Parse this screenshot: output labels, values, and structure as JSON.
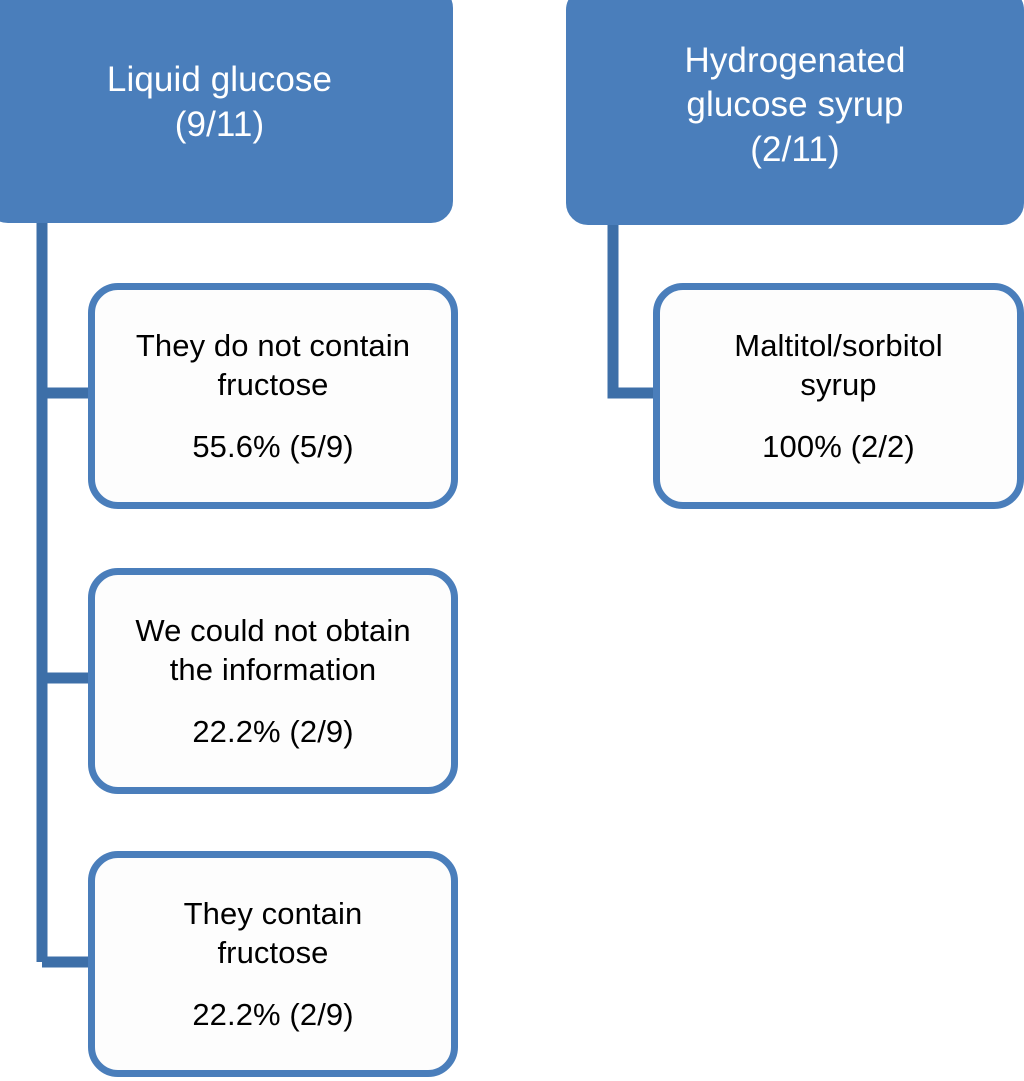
{
  "diagram": {
    "type": "tree",
    "accent_color": "#4A7EBB",
    "node_fill_parent": "#4A7EBB",
    "node_fill_child": "#FDFDFD",
    "parent_text_color": "#FFFFFF",
    "child_text_color": "#000000",
    "background": "#FFFFFF",
    "branches": [
      {
        "id": "liquid-glucose",
        "root": {
          "label_line1": "Liquid glucose",
          "label_line2": "(9/11)",
          "count": "9/11"
        },
        "children": [
          {
            "id": "no-fructose",
            "label_line1": "They do not contain",
            "label_line2": "fructose",
            "stat": "55.6% (5/9)",
            "percent": "55.6%",
            "fraction": "(5/9)"
          },
          {
            "id": "no-information",
            "label_line1": "We could not obtain",
            "label_line2": "the information",
            "stat": "22.2% (2/9)",
            "percent": "22.2%",
            "fraction": "(2/9)"
          },
          {
            "id": "contain-fructose",
            "label_line1": "They contain",
            "label_line2": "fructose",
            "stat": "22.2% (2/9)",
            "percent": "22.2%",
            "fraction": "(2/9)"
          }
        ]
      },
      {
        "id": "hydrogenated-glucose-syrup",
        "root": {
          "label_line1": "Hydrogenated",
          "label_line2": "glucose syrup",
          "label_line3": "(2/11)",
          "count": "2/11"
        },
        "children": [
          {
            "id": "maltitol-sorbitol-syrup",
            "label_line1": "Maltitol/sorbitol",
            "label_line2": "syrup",
            "stat": "100% (2/2)",
            "percent": "100%",
            "fraction": "(2/2)"
          }
        ]
      }
    ]
  }
}
